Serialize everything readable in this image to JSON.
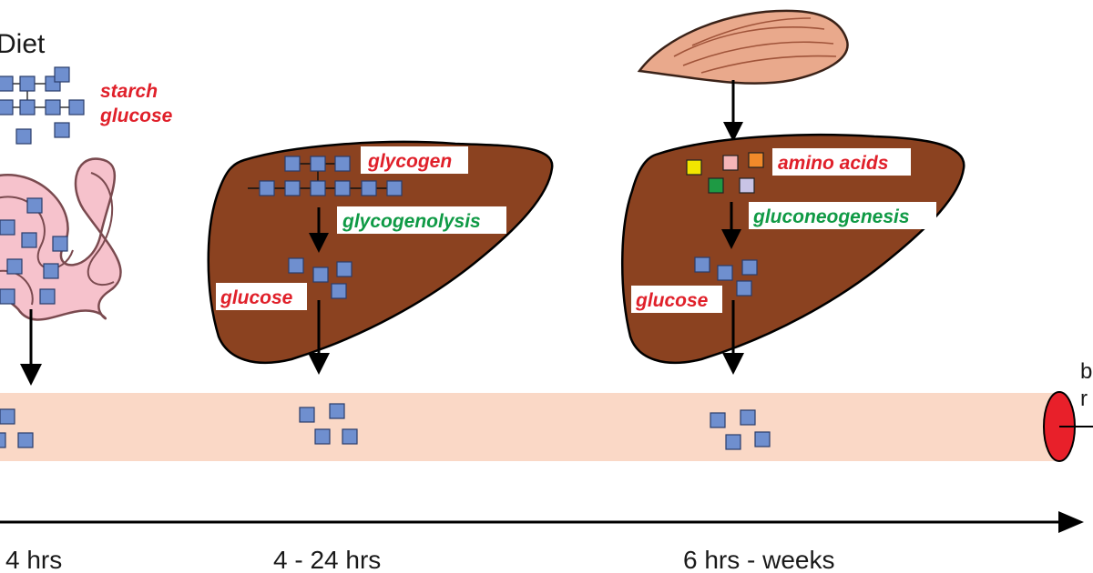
{
  "labels": {
    "diet": "Diet",
    "starch": "starch",
    "glucose_diet": "glucose",
    "glycogen": "glycogen",
    "glycogenolysis": "glycogenolysis",
    "glucose_liver1": "glucose",
    "amino_acids": "amino acids",
    "gluconeogenesis": "gluconeogenesis",
    "glucose_liver2": "glucose",
    "edge_b": "b",
    "edge_r": "r"
  },
  "timeline": {
    "phase1": "4 hrs",
    "phase2": "4 - 24 hrs",
    "phase3": "6 hrs - weeks"
  },
  "colors": {
    "glucose_square": "#6f8fcf",
    "liver": "#8b4220",
    "intestine": "#f6c2cc",
    "vessel": "#fad8c6",
    "vessel_end": "#e8202a",
    "label_red": "#e0202a",
    "label_green": "#0f9a45",
    "amino_yellow": "#f2e600",
    "amino_pink": "#f5b5b8",
    "amino_orange": "#f18a2a",
    "amino_green": "#1e9a44",
    "amino_lavender": "#c9c4e6"
  }
}
